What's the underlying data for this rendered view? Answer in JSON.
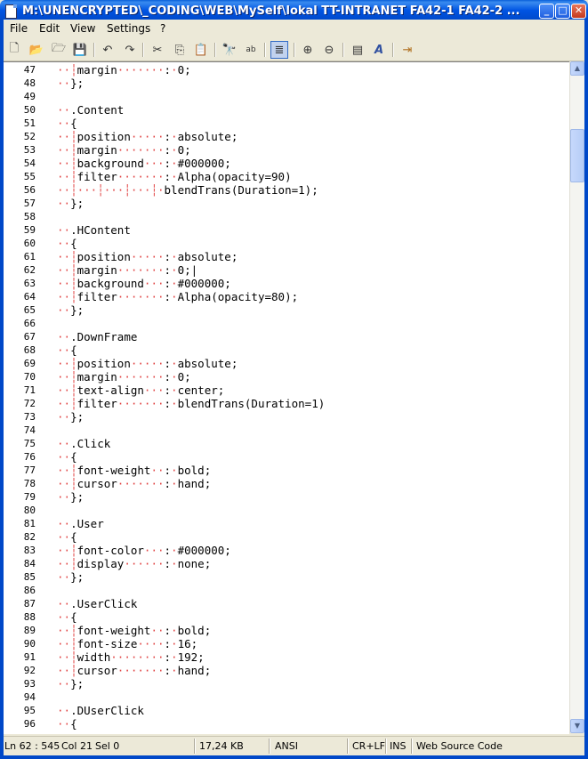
{
  "window": {
    "title": "M:\\UNENCRYPTED\\_CODING\\WEB\\MySelf\\lokal TT-INTRANET FA42-1 FA42-2 ...",
    "minimize": "_",
    "maximize": "□",
    "close": "✕"
  },
  "menu": [
    {
      "label": "File"
    },
    {
      "label": "Edit"
    },
    {
      "label": "View"
    },
    {
      "label": "Settings"
    },
    {
      "label": "?"
    }
  ],
  "toolbar": [
    {
      "name": "new-file-icon",
      "glyph": "🗋"
    },
    {
      "name": "open-folder-icon",
      "glyph": "📂"
    },
    {
      "name": "browse-icon",
      "glyph": "🗁"
    },
    {
      "name": "save-icon",
      "glyph": "💾"
    },
    {
      "name": "undo-icon",
      "glyph": "↶"
    },
    {
      "name": "redo-icon",
      "glyph": "↷"
    },
    {
      "name": "cut-icon",
      "glyph": "✂"
    },
    {
      "name": "copy-icon",
      "glyph": "⎘"
    },
    {
      "name": "paste-icon",
      "glyph": "📋"
    },
    {
      "name": "find-icon",
      "glyph": "🔭"
    },
    {
      "name": "replace-icon",
      "glyph": "ab"
    },
    {
      "name": "word-wrap-icon",
      "glyph": "≣"
    },
    {
      "name": "zoom-in-icon",
      "glyph": "⊕"
    },
    {
      "name": "zoom-out-icon",
      "glyph": "⊖"
    },
    {
      "name": "view-icon",
      "glyph": "▤"
    },
    {
      "name": "font-icon",
      "glyph": "A"
    },
    {
      "name": "exit-icon",
      "glyph": "⇥"
    }
  ],
  "editor": {
    "lines": [
      {
        "n": "47",
        "code": "··┆margin·······:·0;"
      },
      {
        "n": "48",
        "code": "··};"
      },
      {
        "n": "49",
        "code": ""
      },
      {
        "n": "50",
        "code": "··.Content"
      },
      {
        "n": "51",
        "code": "··{"
      },
      {
        "n": "52",
        "code": "··┆position·····:·absolute;"
      },
      {
        "n": "53",
        "code": "··┆margin·······:·0;"
      },
      {
        "n": "54",
        "code": "··┆background···:·#000000;"
      },
      {
        "n": "55",
        "code": "··┆filter·······:·Alpha(opacity=90)"
      },
      {
        "n": "56",
        "code": "··┆···┆···┆···┆·blendTrans(Duration=1);"
      },
      {
        "n": "57",
        "code": "··};"
      },
      {
        "n": "58",
        "code": ""
      },
      {
        "n": "59",
        "code": "··.HContent"
      },
      {
        "n": "60",
        "code": "··{"
      },
      {
        "n": "61",
        "code": "··┆position·····:·absolute;"
      },
      {
        "n": "62",
        "code": "··┆margin·······:·0;|"
      },
      {
        "n": "63",
        "code": "··┆background···:·#000000;"
      },
      {
        "n": "64",
        "code": "··┆filter·······:·Alpha(opacity=80);"
      },
      {
        "n": "65",
        "code": "··};"
      },
      {
        "n": "66",
        "code": ""
      },
      {
        "n": "67",
        "code": "··.DownFrame"
      },
      {
        "n": "68",
        "code": "··{"
      },
      {
        "n": "69",
        "code": "··┆position·····:·absolute;"
      },
      {
        "n": "70",
        "code": "··┆margin·······:·0;"
      },
      {
        "n": "71",
        "code": "··┆text-align···:·center;"
      },
      {
        "n": "72",
        "code": "··┆filter·······:·blendTrans(Duration=1)"
      },
      {
        "n": "73",
        "code": "··};"
      },
      {
        "n": "74",
        "code": ""
      },
      {
        "n": "75",
        "code": "··.Click"
      },
      {
        "n": "76",
        "code": "··{"
      },
      {
        "n": "77",
        "code": "··┆font-weight··:·bold;"
      },
      {
        "n": "78",
        "code": "··┆cursor·······:·hand;"
      },
      {
        "n": "79",
        "code": "··};"
      },
      {
        "n": "80",
        "code": ""
      },
      {
        "n": "81",
        "code": "··.User"
      },
      {
        "n": "82",
        "code": "··{"
      },
      {
        "n": "83",
        "code": "··┆font-color···:·#000000;"
      },
      {
        "n": "84",
        "code": "··┆display······:·none;"
      },
      {
        "n": "85",
        "code": "··};"
      },
      {
        "n": "86",
        "code": ""
      },
      {
        "n": "87",
        "code": "··.UserClick"
      },
      {
        "n": "88",
        "code": "··{"
      },
      {
        "n": "89",
        "code": "··┆font-weight··:·bold;"
      },
      {
        "n": "90",
        "code": "··┆font-size····:·16;"
      },
      {
        "n": "91",
        "code": "··┆width········:·192;"
      },
      {
        "n": "92",
        "code": "··┆cursor·······:·hand;"
      },
      {
        "n": "93",
        "code": "··};"
      },
      {
        "n": "94",
        "code": ""
      },
      {
        "n": "95",
        "code": "··.DUserClick"
      },
      {
        "n": "96",
        "code": "··{"
      }
    ]
  },
  "scrollbar": {
    "up": "▲",
    "down": "▼"
  },
  "status": {
    "position": "Ln 62 : 545",
    "column": "Col 21",
    "selection": "Sel 0",
    "size": "17,24 KB",
    "encoding": "ANSI",
    "line_ending": "CR+LF",
    "mode": "INS",
    "scheme": "Web Source Code"
  },
  "colors": {
    "whitespace_marker": "#e04040",
    "title_bar": "#0054e3"
  }
}
